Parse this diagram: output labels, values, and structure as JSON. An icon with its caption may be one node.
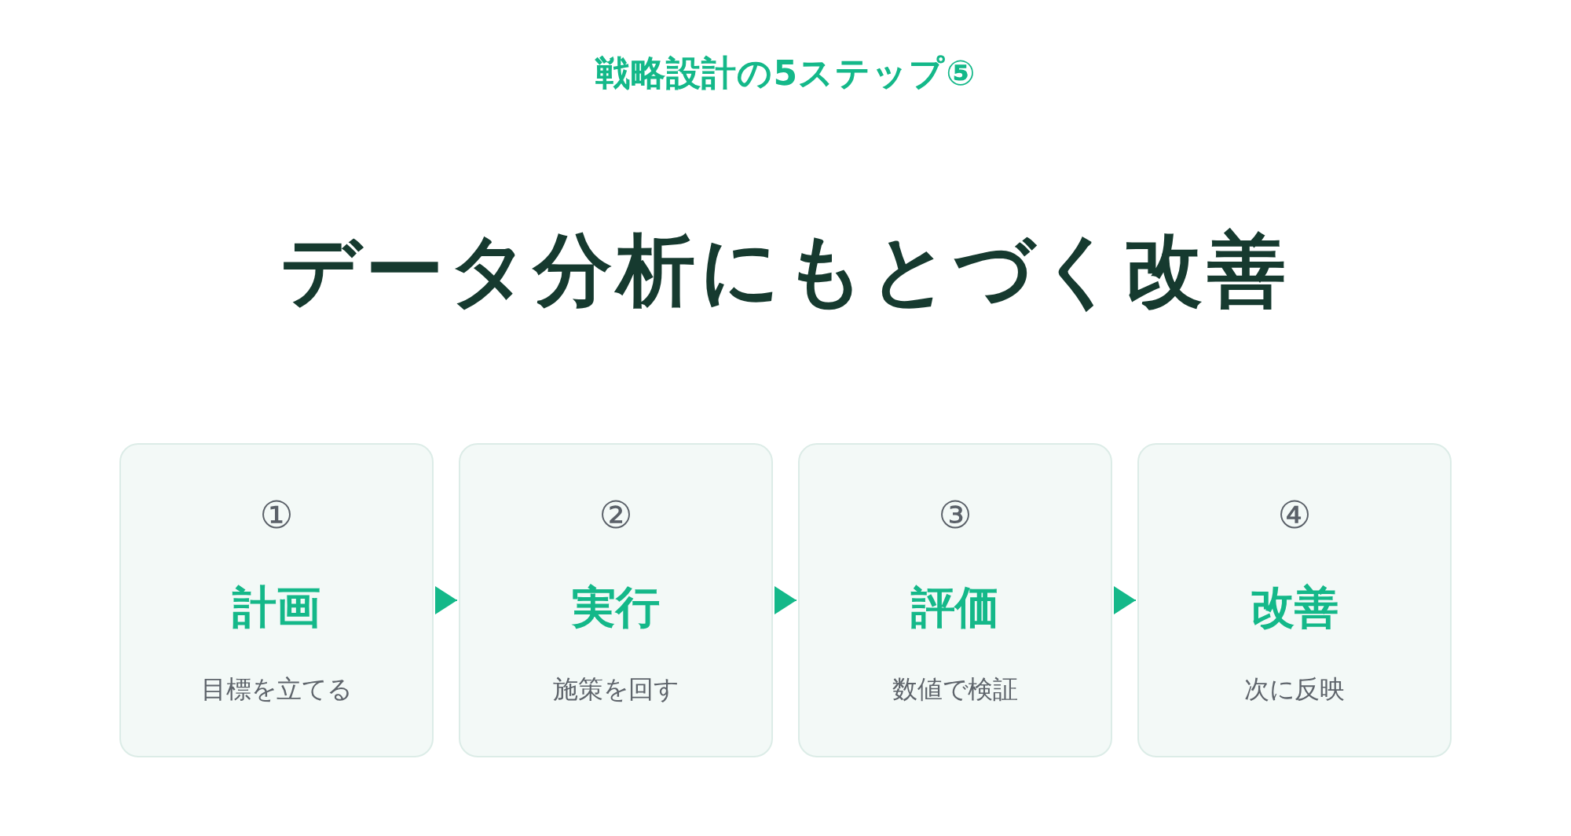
{
  "diagram": {
    "title": "データ分析にもとづく改善",
    "nodes": [
      {
        "text": [
          "①",
          "計画",
          "目標を立てる"
        ]
      },
      {
        "text": [
          "②",
          "実行",
          "施策を回す"
        ]
      },
      {
        "text": [
          "③",
          "評価",
          "数値で検証"
        ]
      },
      {
        "text": [
          "④",
          "改善",
          "次に反映"
        ]
      }
    ],
    "edges": [
      {
        "from": 0,
        "to": 1,
        "arrow": "to"
      },
      {
        "from": 1,
        "to": 2,
        "arrow": "to"
      },
      {
        "from": 2,
        "to": 3,
        "arrow": "to"
      }
    ],
    "labels": [
      "戦略設計の5ステップ⑤"
    ]
  }
}
